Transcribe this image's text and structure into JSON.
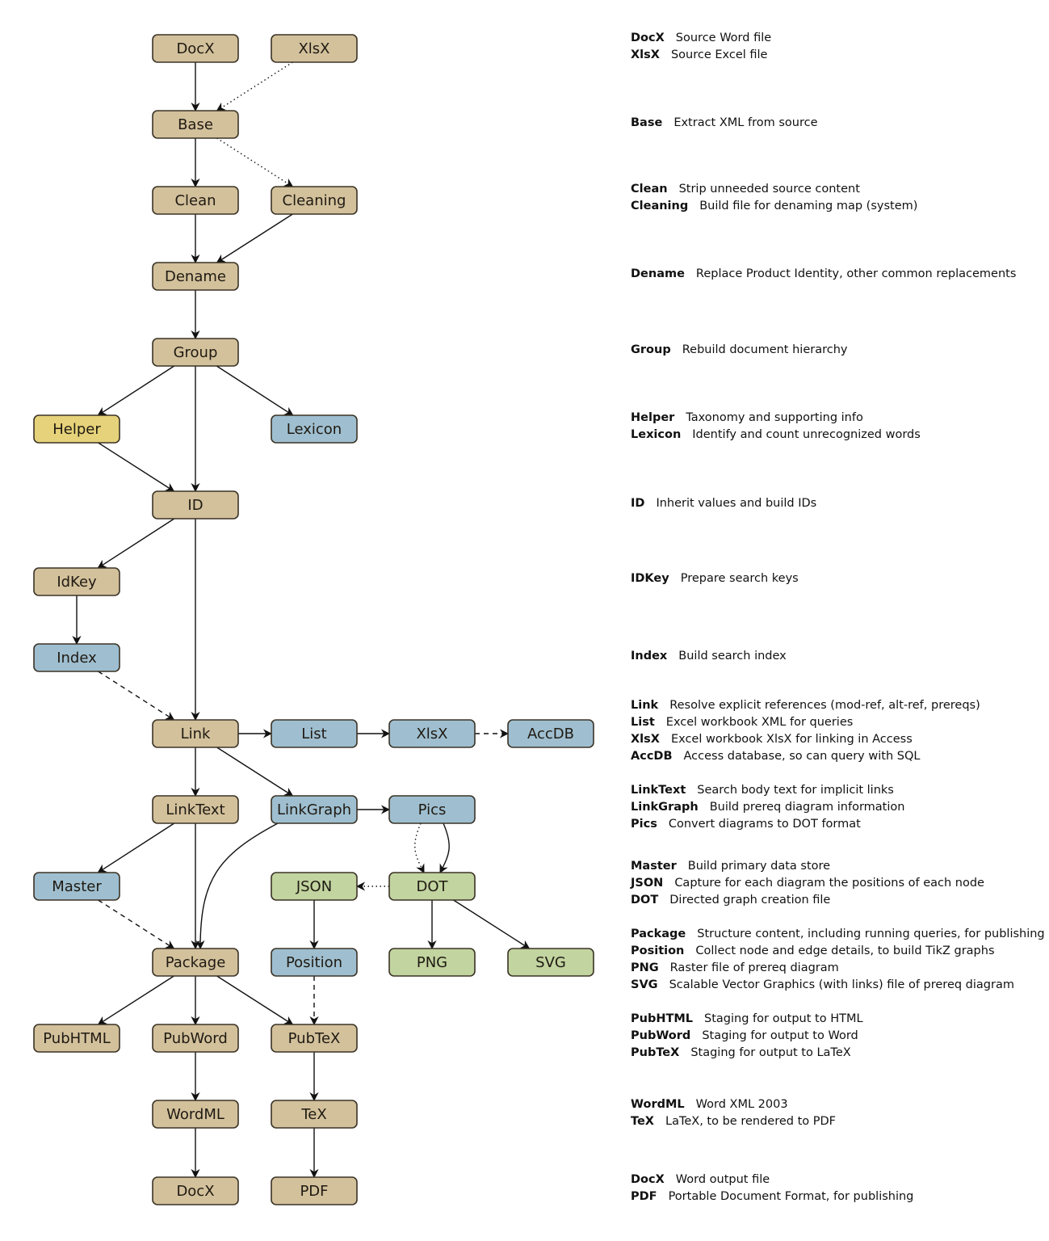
{
  "colors": {
    "process": "#d3c19c",
    "helper": "#e6d27a",
    "data": "#9fbfd0",
    "graph": "#c2d4a0",
    "stroke": "#3b3326",
    "edge": "#111111"
  },
  "nodes": [
    {
      "id": "docx_in",
      "label": "DocX",
      "type": "process"
    },
    {
      "id": "xlsx_in",
      "label": "XlsX",
      "type": "process"
    },
    {
      "id": "base",
      "label": "Base",
      "type": "process"
    },
    {
      "id": "clean",
      "label": "Clean",
      "type": "process"
    },
    {
      "id": "cleaning",
      "label": "Cleaning",
      "type": "process"
    },
    {
      "id": "dename",
      "label": "Dename",
      "type": "process"
    },
    {
      "id": "group",
      "label": "Group",
      "type": "process"
    },
    {
      "id": "helper",
      "label": "Helper",
      "type": "helper"
    },
    {
      "id": "lexicon",
      "label": "Lexicon",
      "type": "data"
    },
    {
      "id": "id",
      "label": "ID",
      "type": "process"
    },
    {
      "id": "idkey",
      "label": "IdKey",
      "type": "process"
    },
    {
      "id": "index",
      "label": "Index",
      "type": "data"
    },
    {
      "id": "link",
      "label": "Link",
      "type": "process"
    },
    {
      "id": "list",
      "label": "List",
      "type": "data"
    },
    {
      "id": "xlsx_out",
      "label": "XlsX",
      "type": "data"
    },
    {
      "id": "accdb",
      "label": "AccDB",
      "type": "data"
    },
    {
      "id": "linktext",
      "label": "LinkText",
      "type": "process"
    },
    {
      "id": "linkgraph",
      "label": "LinkGraph",
      "type": "data"
    },
    {
      "id": "pics",
      "label": "Pics",
      "type": "data"
    },
    {
      "id": "master",
      "label": "Master",
      "type": "data"
    },
    {
      "id": "json",
      "label": "JSON",
      "type": "graph"
    },
    {
      "id": "dot",
      "label": "DOT",
      "type": "graph"
    },
    {
      "id": "package",
      "label": "Package",
      "type": "process"
    },
    {
      "id": "position",
      "label": "Position",
      "type": "data"
    },
    {
      "id": "png",
      "label": "PNG",
      "type": "graph"
    },
    {
      "id": "svg",
      "label": "SVG",
      "type": "graph"
    },
    {
      "id": "pubhtml",
      "label": "PubHTML",
      "type": "process"
    },
    {
      "id": "pubword",
      "label": "PubWord",
      "type": "process"
    },
    {
      "id": "pubtex",
      "label": "PubTeX",
      "type": "process"
    },
    {
      "id": "wordml",
      "label": "WordML",
      "type": "process"
    },
    {
      "id": "tex",
      "label": "TeX",
      "type": "process"
    },
    {
      "id": "docx_out",
      "label": "DocX",
      "type": "process"
    },
    {
      "id": "pdf",
      "label": "PDF",
      "type": "process"
    }
  ],
  "edges": [
    {
      "from": "docx_in",
      "to": "base",
      "style": "solid"
    },
    {
      "from": "xlsx_in",
      "to": "base",
      "style": "dotted"
    },
    {
      "from": "base",
      "to": "clean",
      "style": "solid"
    },
    {
      "from": "base",
      "to": "cleaning",
      "style": "dotted"
    },
    {
      "from": "clean",
      "to": "dename",
      "style": "solid"
    },
    {
      "from": "cleaning",
      "to": "dename",
      "style": "solid"
    },
    {
      "from": "dename",
      "to": "group",
      "style": "solid"
    },
    {
      "from": "group",
      "to": "helper",
      "style": "solid"
    },
    {
      "from": "group",
      "to": "lexicon",
      "style": "solid"
    },
    {
      "from": "group",
      "to": "id",
      "style": "solid"
    },
    {
      "from": "helper",
      "to": "id",
      "style": "solid"
    },
    {
      "from": "id",
      "to": "idkey",
      "style": "solid"
    },
    {
      "from": "id",
      "to": "link",
      "style": "solid"
    },
    {
      "from": "idkey",
      "to": "index",
      "style": "solid"
    },
    {
      "from": "index",
      "to": "link",
      "style": "dashed"
    },
    {
      "from": "link",
      "to": "list",
      "style": "solid"
    },
    {
      "from": "list",
      "to": "xlsx_out",
      "style": "solid"
    },
    {
      "from": "xlsx_out",
      "to": "accdb",
      "style": "dashed"
    },
    {
      "from": "link",
      "to": "linktext",
      "style": "solid"
    },
    {
      "from": "link",
      "to": "linkgraph",
      "style": "solid"
    },
    {
      "from": "linkgraph",
      "to": "pics",
      "style": "solid"
    },
    {
      "from": "linkgraph",
      "to": "package",
      "style": "solid"
    },
    {
      "from": "pics",
      "to": "dot",
      "style": "solid"
    },
    {
      "from": "pics",
      "to": "dot",
      "style": "dotted"
    },
    {
      "from": "dot",
      "to": "json",
      "style": "dotted"
    },
    {
      "from": "linktext",
      "to": "master",
      "style": "solid"
    },
    {
      "from": "linktext",
      "to": "package",
      "style": "solid"
    },
    {
      "from": "master",
      "to": "package",
      "style": "dashed"
    },
    {
      "from": "json",
      "to": "position",
      "style": "solid"
    },
    {
      "from": "dot",
      "to": "png",
      "style": "solid"
    },
    {
      "from": "dot",
      "to": "svg",
      "style": "solid"
    },
    {
      "from": "position",
      "to": "pubtex",
      "style": "dashed"
    },
    {
      "from": "package",
      "to": "pubhtml",
      "style": "solid"
    },
    {
      "from": "package",
      "to": "pubword",
      "style": "solid"
    },
    {
      "from": "package",
      "to": "pubtex",
      "style": "solid"
    },
    {
      "from": "pubword",
      "to": "wordml",
      "style": "solid"
    },
    {
      "from": "pubtex",
      "to": "tex",
      "style": "solid"
    },
    {
      "from": "wordml",
      "to": "docx_out",
      "style": "solid"
    },
    {
      "from": "tex",
      "to": "pdf",
      "style": "solid"
    }
  ],
  "legend": [
    {
      "term": "DocX",
      "desc": "Source Word file"
    },
    {
      "term": "XlsX",
      "desc": "Source Excel file"
    },
    {
      "term": "Base",
      "desc": "Extract XML from source"
    },
    {
      "term": "Clean",
      "desc": "Strip unneeded source content"
    },
    {
      "term": "Cleaning",
      "desc": "Build file for denaming map (system)"
    },
    {
      "term": "Dename",
      "desc": "Replace Product Identity, other common replacements"
    },
    {
      "term": "Group",
      "desc": "Rebuild document hierarchy"
    },
    {
      "term": "Helper",
      "desc": "Taxonomy and supporting info"
    },
    {
      "term": "Lexicon",
      "desc": "Identify and count unrecognized words"
    },
    {
      "term": "ID",
      "desc": "Inherit values and build IDs"
    },
    {
      "term": "IDKey",
      "desc": "Prepare search keys"
    },
    {
      "term": "Index",
      "desc": "Build search index"
    },
    {
      "term": "Link",
      "desc": "Resolve explicit references (mod-ref, alt-ref, prereqs)"
    },
    {
      "term": "List",
      "desc": "Excel workbook XML for queries"
    },
    {
      "term": "XlsX",
      "desc": "Excel workbook XlsX for linking in Access"
    },
    {
      "term": "AccDB",
      "desc": "Access database, so can query with SQL"
    },
    {
      "term": "LinkText",
      "desc": "Search body text for implicit links"
    },
    {
      "term": "LinkGraph",
      "desc": "Build prereq diagram information"
    },
    {
      "term": "Pics",
      "desc": "Convert diagrams to DOT format"
    },
    {
      "term": "Master",
      "desc": "Build primary data store"
    },
    {
      "term": "JSON",
      "desc": "Capture for each diagram the positions of each node"
    },
    {
      "term": "DOT",
      "desc": "Directed graph creation file"
    },
    {
      "term": "Package",
      "desc": "Structure content, including running queries, for publishing"
    },
    {
      "term": "Position",
      "desc": "Collect node and edge details, to build TikZ graphs"
    },
    {
      "term": "PNG",
      "desc": "Raster file of prereq diagram"
    },
    {
      "term": "SVG",
      "desc": "Scalable Vector Graphics (with links) file of prereq diagram"
    },
    {
      "term": "PubHTML",
      "desc": "Staging for output to HTML"
    },
    {
      "term": "PubWord",
      "desc": "Staging for output to Word"
    },
    {
      "term": "PubTeX",
      "desc": "Staging for output to LaTeX"
    },
    {
      "term": "WordML",
      "desc": "Word XML 2003"
    },
    {
      "term": "TeX",
      "desc": "LaTeX, to be rendered to PDF"
    },
    {
      "term": "DocX",
      "desc": "Word output file"
    },
    {
      "term": "PDF",
      "desc": "Portable Document Format, for publishing"
    }
  ]
}
